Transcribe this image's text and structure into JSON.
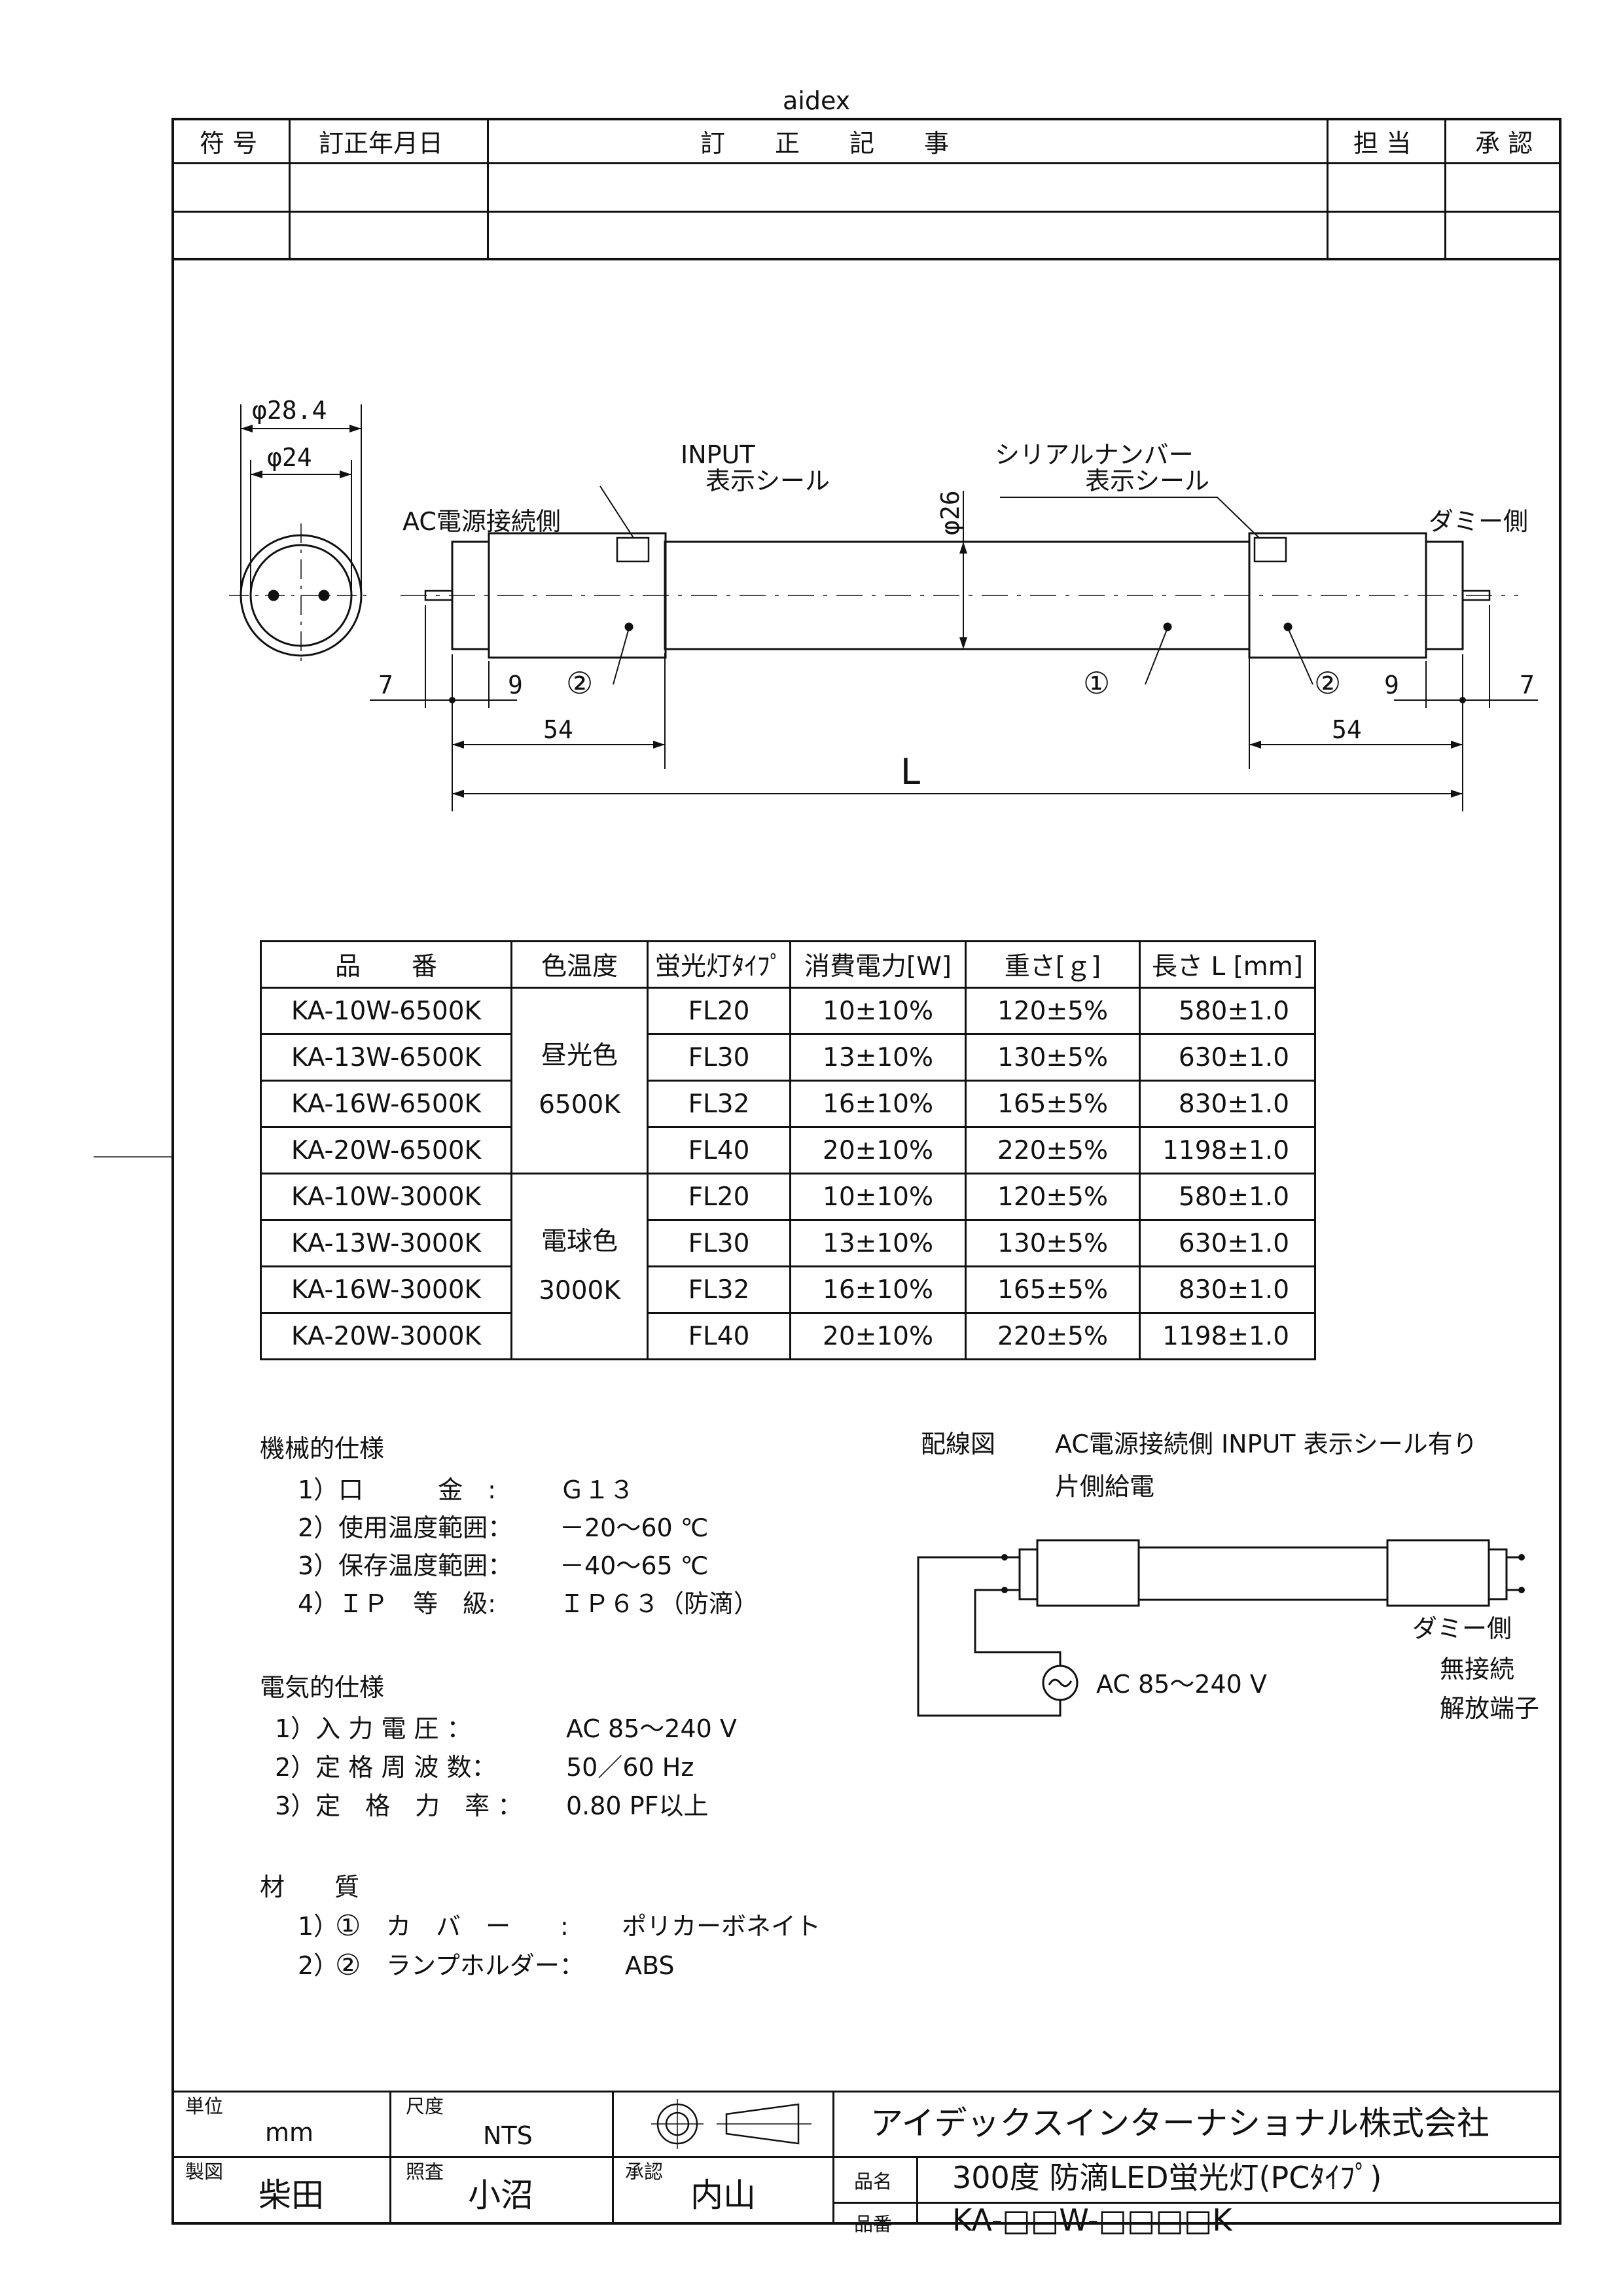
{
  "header": {
    "brand": "aidex",
    "revision_cols": [
      "符 号",
      "訂正年月日",
      "訂　　正　　記　　事",
      "担 当",
      "承 認"
    ]
  },
  "drawing": {
    "dia_outer": "φ28.4",
    "dia_inner": "φ24",
    "dia_tube": "φ26",
    "label_ac_side": "AC電源接続側",
    "label_dummy_side": "ダミー側",
    "label_input_1": "INPUT",
    "label_input_2": "表示シール",
    "label_serial_1": "シリアルナンバー",
    "label_serial_2": "表示シール",
    "part1": "①",
    "part2_left": "②",
    "part2_right": "②",
    "dim_7_left": "7",
    "dim_9_left": "9",
    "dim_54_left": "54",
    "dim_9_right": "9",
    "dim_7_right": "7",
    "dim_54_right": "54",
    "dim_L": "L"
  },
  "spec_table": {
    "headers": [
      "品　　番",
      "色温度",
      "蛍光灯ﾀｲﾌﾟ",
      "消費電力[W]",
      "重さ[ｇ]",
      "長さ L [mm]"
    ],
    "groups": [
      {
        "color": [
          "昼光色",
          "6500K"
        ],
        "rows": [
          [
            "KA-10W-6500K",
            "FL20",
            "10±10%",
            "120±5%",
            "580±1.0"
          ],
          [
            "KA-13W-6500K",
            "FL30",
            "13±10%",
            "130±5%",
            "630±1.0"
          ],
          [
            "KA-16W-6500K",
            "FL32",
            "16±10%",
            "165±5%",
            "830±1.0"
          ],
          [
            "KA-20W-6500K",
            "FL40",
            "20±10%",
            "220±5%",
            "1198±1.0"
          ]
        ]
      },
      {
        "color": [
          "電球色",
          "3000K"
        ],
        "rows": [
          [
            "KA-10W-3000K",
            "FL20",
            "10±10%",
            "120±5%",
            "580±1.0"
          ],
          [
            "KA-13W-3000K",
            "FL30",
            "13±10%",
            "130±5%",
            "630±1.0"
          ],
          [
            "KA-16W-3000K",
            "FL32",
            "16±10%",
            "165±5%",
            "830±1.0"
          ],
          [
            "KA-20W-3000K",
            "FL40",
            "20±10%",
            "220±5%",
            "1198±1.0"
          ]
        ]
      }
    ]
  },
  "mechanical": {
    "title": "機械的仕様",
    "items": [
      {
        "label": "1）口　　　金　:",
        "value": "Ｇ１３"
      },
      {
        "label": "2）使用温度範囲：",
        "value": "－20～60 ℃"
      },
      {
        "label": "3）保存温度範囲：",
        "value": "－40～65 ℃"
      },
      {
        "label": "4）ＩＰ　等　級:",
        "value": "ＩＰ６３（防滴）"
      }
    ]
  },
  "electrical": {
    "title": "電気的仕様",
    "items": [
      {
        "label": "1）入 力 電 圧 ：",
        "value": "AC 85～240 V"
      },
      {
        "label": "2）定 格 周 波 数：",
        "value": "50／60 Hz"
      },
      {
        "label": "3）定　格　力　率 ：",
        "value": "0.80 PF以上"
      }
    ]
  },
  "material": {
    "title": "材　　質",
    "items": [
      {
        "num": "1）",
        "circle": "①",
        "label": "カ　バ　ー　　:",
        "value": "ポリカーボネイト"
      },
      {
        "num": "2）",
        "circle": "②",
        "label": "ランプホルダー：",
        "value": "ABS"
      }
    ]
  },
  "wiring": {
    "title": "配線図",
    "note1": "AC電源接続側 INPUT 表示シール有り",
    "note2": "片側給電",
    "ac_label": "AC 85～240 V",
    "dummy1": "ダミー側",
    "dummy2": "無接続",
    "dummy3": "解放端子"
  },
  "title_block": {
    "unit_label": "単位",
    "unit_value": "mm",
    "scale_label": "尺度",
    "scale_value": "NTS",
    "company": "アイデックスインターナショナル株式会社",
    "drawn_label": "製図",
    "drawn_value": "柴田",
    "checked_label": "照査",
    "checked_value": "小沼",
    "approved_label": "承認",
    "approved_value": "内山",
    "name_label": "品名",
    "name_value": "300度 防滴LED蛍光灯(PCﾀｲﾌﾟ)",
    "number_label": "品番",
    "number_value": "KA-□□W-□□□□K"
  }
}
